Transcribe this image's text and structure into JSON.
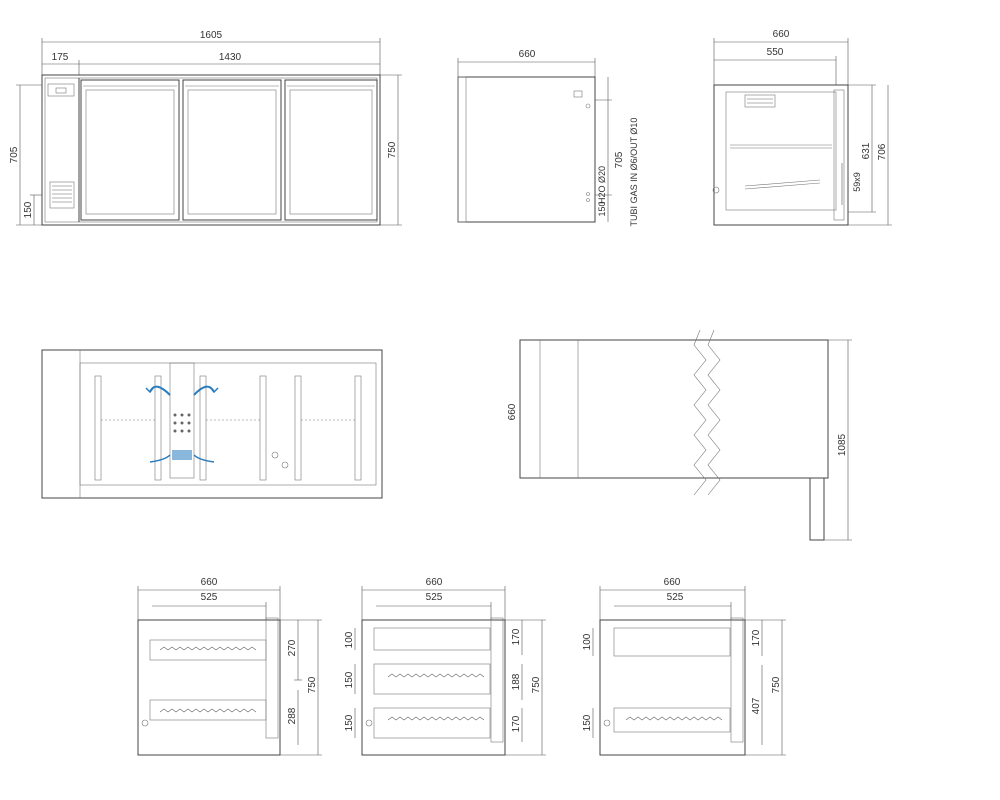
{
  "colors": {
    "line": "#444444",
    "dim": "#555555",
    "airflow": "#2a7dbf",
    "background": "#ffffff"
  },
  "front_view": {
    "total_width": "1605",
    "left_width": "175",
    "doors_width": "1430",
    "height_left": "705",
    "base_height": "150",
    "height_right": "750"
  },
  "side_view": {
    "depth": "660",
    "height": "705",
    "base": "150",
    "label_h2o": "H2O Ø20",
    "label_gas": "TUBI GAS IN Ø6/OUT Ø10"
  },
  "section_view": {
    "outer_depth": "660",
    "inner_depth": "550",
    "h631": "631",
    "h706": "706",
    "notch": "59x9"
  },
  "plan_view": {
    "airflow_icon": "curved-arrow-icon"
  },
  "top_view": {
    "depth": "660",
    "height_open": "1085"
  },
  "drawer_views": [
    {
      "outer": "660",
      "inner": "525",
      "right_dims": [
        "270",
        "288"
      ],
      "left_dims": [],
      "height": "750"
    },
    {
      "outer": "660",
      "inner": "525",
      "right_dims": [
        "170",
        "188",
        "170"
      ],
      "left_dims": [
        "100",
        "150",
        "150"
      ],
      "height": "750"
    },
    {
      "outer": "660",
      "inner": "525",
      "right_dims": [
        "170",
        "407"
      ],
      "left_dims": [
        "100",
        "150"
      ],
      "height": "750"
    }
  ]
}
